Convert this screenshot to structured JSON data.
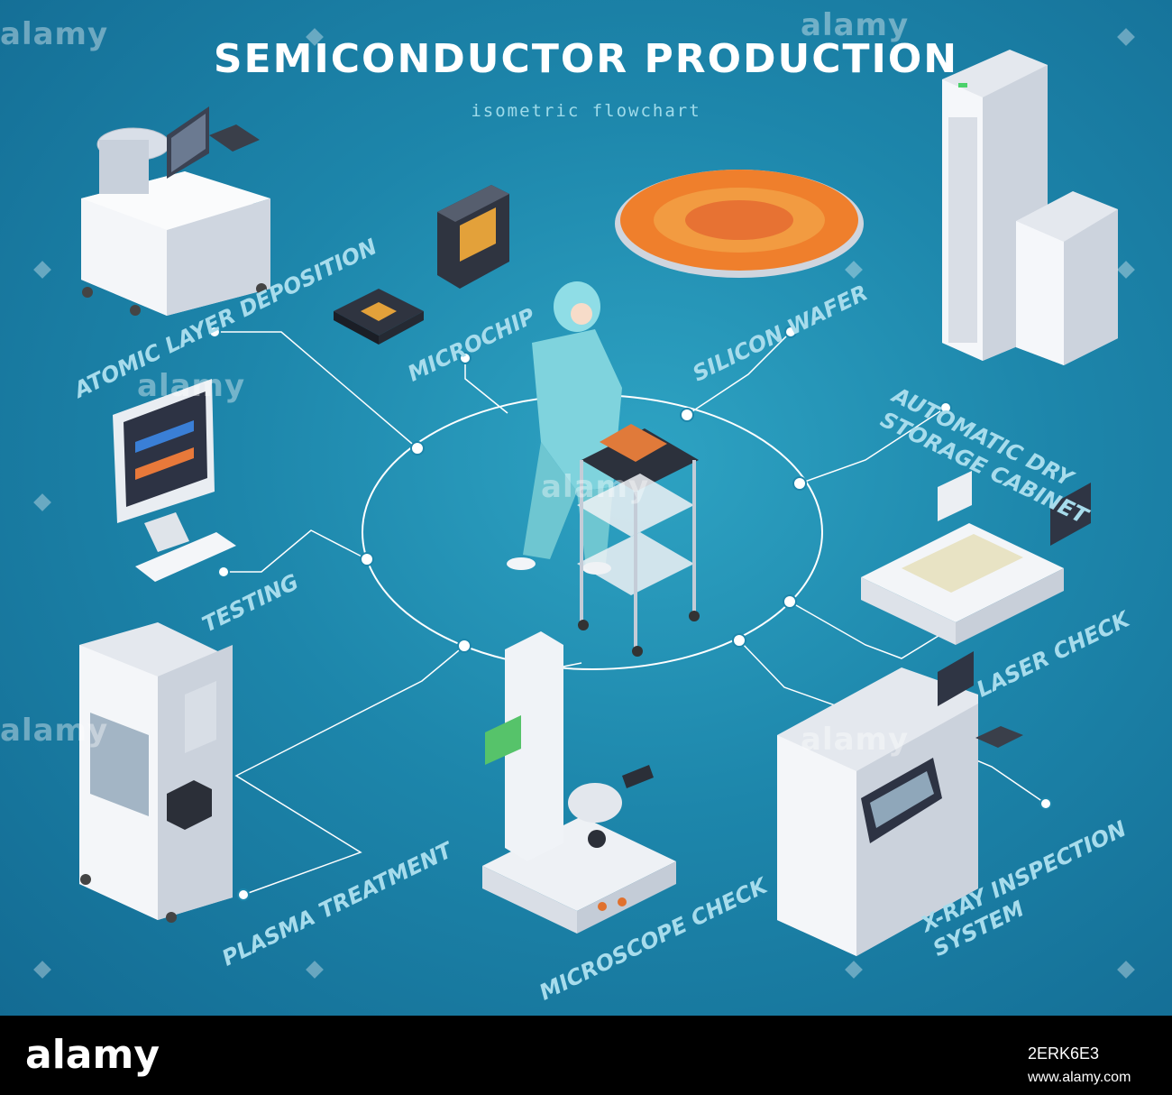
{
  "header": {
    "title": "SEMICONDUCTOR PRODUCTION",
    "subtitle": "isometric flowchart"
  },
  "labels": {
    "atomic_layer_deposition": "ATOMIC LAYER DEPOSITION",
    "microchip": "MICROCHIP",
    "silicon_wafer": "SILICON WAFER",
    "automatic_dry_storage_cabinet": "AUTOMATIC DRY\nSTORAGE CABINET",
    "testing": "TESTING",
    "laser_check": "LASER CHECK",
    "plasma_treatment": "PLASMA TREATMENT",
    "microscope_check": "MICROSCOPE CHECK",
    "xray_inspection_system": "X-RAY INSPECTION\nSYSTEM"
  },
  "watermark": {
    "text": "alamy"
  },
  "footer": {
    "logo": "alamy",
    "image_id": "2ERK6E3",
    "url": "www.alamy.com"
  },
  "colors": {
    "background": "#1d86ab",
    "label": "#a7dcec",
    "connector": "#ffffff",
    "wafer": "#f07a2a"
  }
}
